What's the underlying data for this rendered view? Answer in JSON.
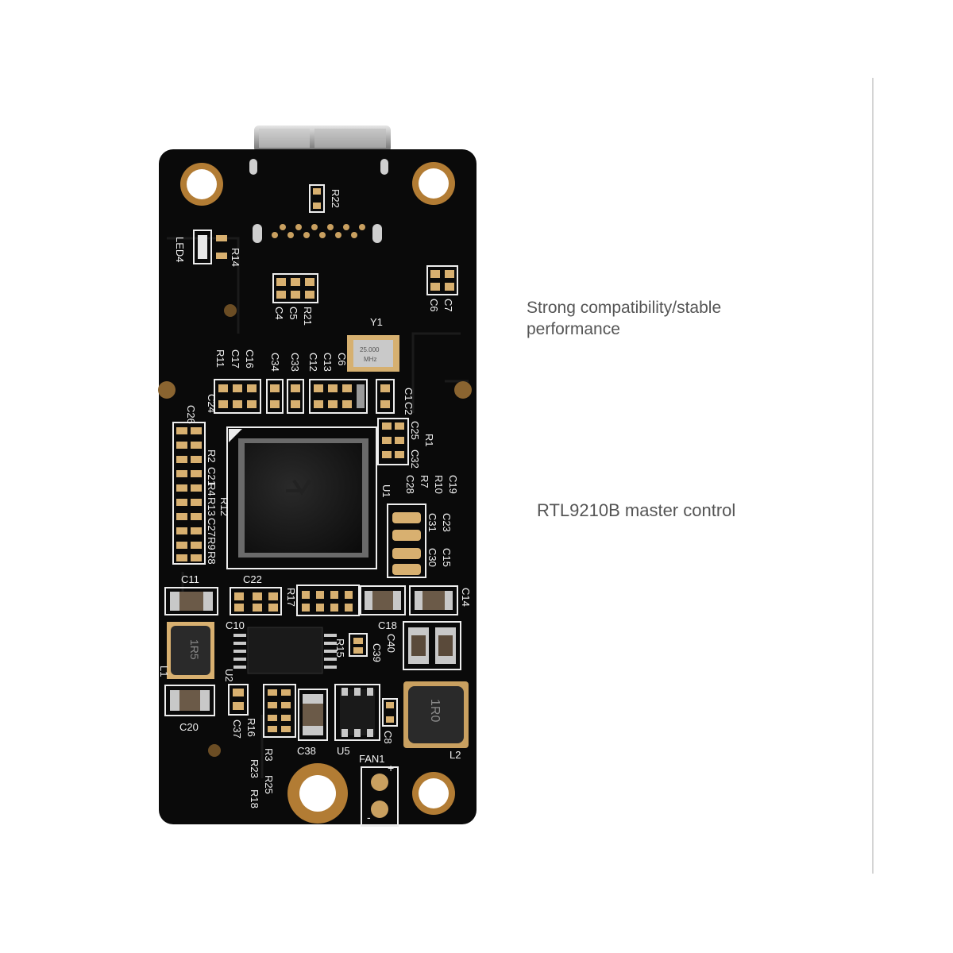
{
  "captions": {
    "compatibility": "Strong compatibility/stable performance",
    "master": "RTL9210B master control"
  },
  "board": {
    "crystal_top": "25.000",
    "crystal_bottom": "MHz",
    "inductor_l1": "1R5",
    "inductor_l2": "1R0",
    "fan_plus": "+",
    "fan_minus": "-",
    "labels": {
      "r22": "R22",
      "r14": "R14",
      "led4": "LED4",
      "c7": "C7",
      "c6": "C6",
      "c4": "C4",
      "c5": "C5",
      "r21": "R21",
      "y1": "Y1",
      "r11": "R11",
      "c17": "C17",
      "c16": "C16",
      "c34": "C34",
      "c33": "C33",
      "c12": "C12",
      "c13": "C13",
      "c6b": "C6",
      "c1": "C1",
      "c2": "C2",
      "c24": "C24",
      "c26": "C26",
      "c25": "C25",
      "r1": "R1",
      "c32": "C32",
      "r2": "R2",
      "c21": "C21",
      "r4": "R4",
      "r13": "R13",
      "r12": "R12",
      "c27": "C27",
      "r9": "R9",
      "r8": "R8",
      "c19": "C19",
      "r10": "R10",
      "r7": "R7",
      "c28": "C28",
      "u1": "U1",
      "c31": "C31",
      "c23": "C23",
      "c30": "C30",
      "c15": "C15",
      "c11": "C11",
      "c22": "C22",
      "r17": "R17",
      "c14": "C14",
      "c10": "C10",
      "c18": "C18",
      "r15": "R15",
      "u2": "U2",
      "l1": "L1",
      "c40": "C40",
      "c39": "C39",
      "c20": "C20",
      "r16": "R16",
      "c37": "C37",
      "r3": "R3",
      "r23": "R23",
      "r25": "R25",
      "r18": "R18",
      "c38": "C38",
      "u5": "U5",
      "fan1": "FAN1",
      "c8": "C8",
      "l2": "L2"
    }
  }
}
